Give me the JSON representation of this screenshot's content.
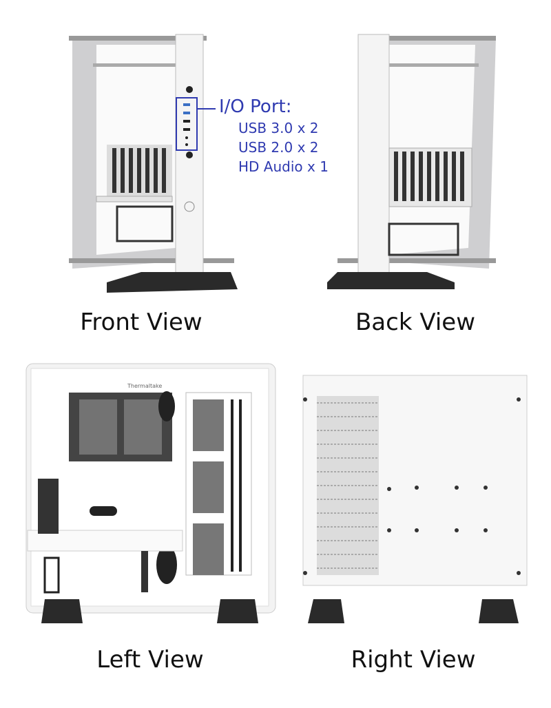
{
  "views": {
    "front": {
      "label": "Front View"
    },
    "back": {
      "label": "Back View"
    },
    "left": {
      "label": "Left View"
    },
    "right": {
      "label": "Right View"
    }
  },
  "io_callout": {
    "title": "I/O Port:",
    "lines": [
      "USB 3.0 x 2",
      "USB 2.0 x 2",
      "HD Audio x 1"
    ],
    "color": "#2f3ab0"
  },
  "logo": {
    "brand": "Thermaltake"
  }
}
